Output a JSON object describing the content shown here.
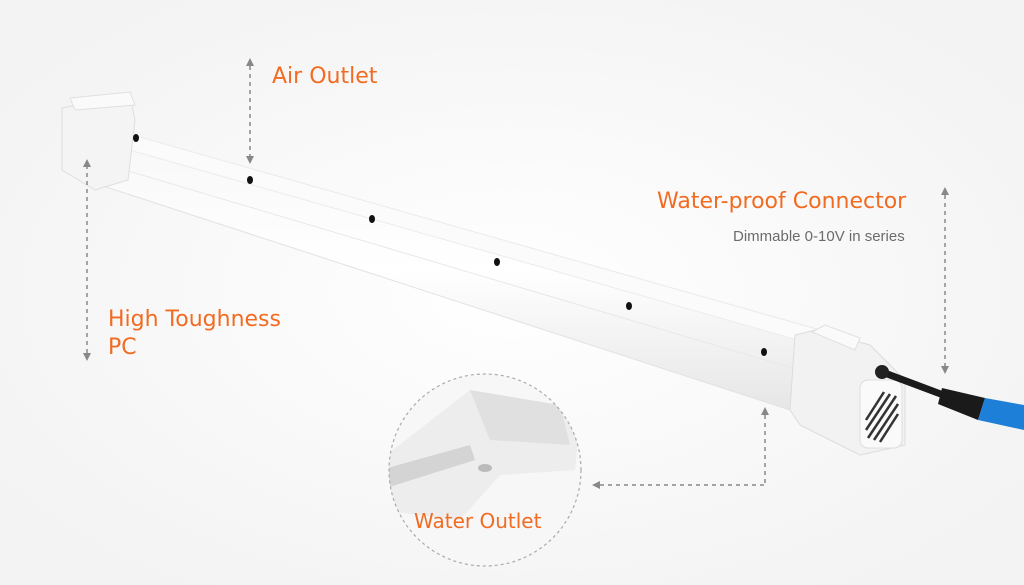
{
  "labels": {
    "air_outlet": "Air Outlet",
    "connector_title": "Water-proof Connector",
    "connector_sub": "Dimmable 0-10V in series",
    "pc_line1": "High Toughness",
    "pc_line2": "PC",
    "water_outlet": "Water Outlet"
  },
  "colors": {
    "accent": "#f26b22",
    "subtext": "#6b6b6b",
    "connector_blue": "#1e7fd8"
  }
}
